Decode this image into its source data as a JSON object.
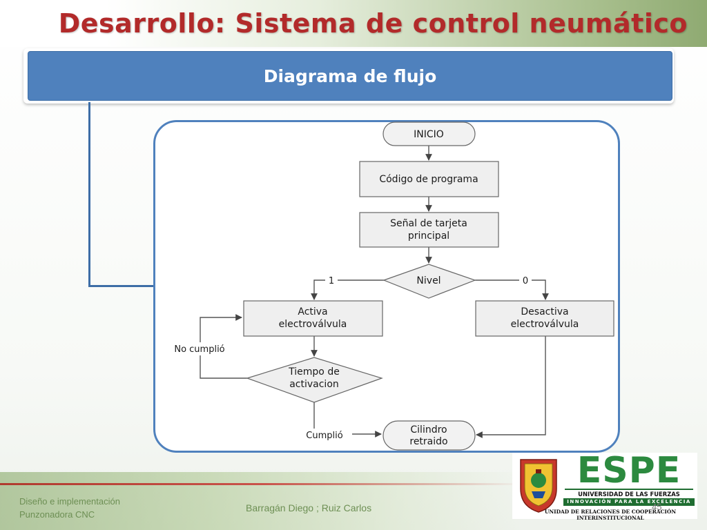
{
  "slide": {
    "title": "Desarrollo: Sistema de control neumático",
    "banner": "Diagrama de flujo"
  },
  "flowchart": {
    "nodes": {
      "inicio": "INICIO",
      "codigo": "Código de programa",
      "senal_1": "Señal de tarjeta",
      "senal_2": "principal",
      "nivel": "Nivel",
      "activa_1": "Activa",
      "activa_2": "electroválvula",
      "desactiva_1": "Desactiva",
      "desactiva_2": "electroválvula",
      "tiempo_1": "Tiempo de",
      "tiempo_2": "activacion",
      "cilindro_1": "Cilindro",
      "cilindro_2": "retraido"
    },
    "edges": {
      "uno": "1",
      "cero": "0",
      "no_cumplio": "No cumplió",
      "cumplio": "Cumplió"
    }
  },
  "footer": {
    "left_line1": "Diseño e implementación",
    "left_line2": "Punzonadora CNC",
    "authors": "Barragán Diego ; Ruiz Carlos",
    "page": "45"
  },
  "logo": {
    "name": "ESPE",
    "university": "UNIVERSIDAD DE LAS FUERZAS ARMADAS",
    "motto": "INNOVACIÓN PARA LA EXCELENCIA",
    "unit": "UNIDAD DE RELACIONES DE COOPERACIÓN INTERINSTITUCIONAL"
  }
}
